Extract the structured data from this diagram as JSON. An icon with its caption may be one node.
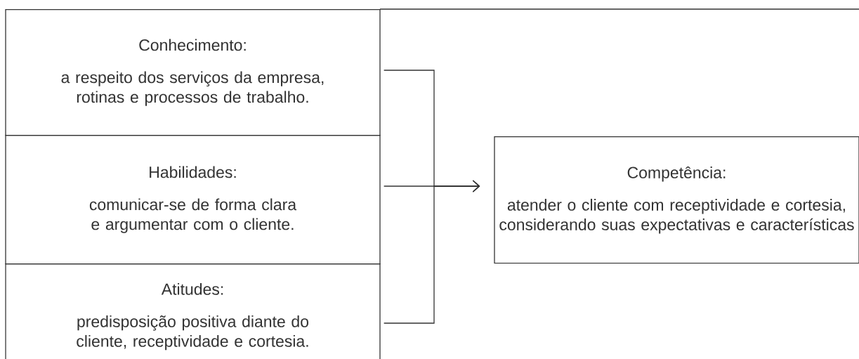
{
  "diagram": {
    "nodes": [
      {
        "text": [
          "Conhecimento:",
          "a respeito dos serviços da empresa, rotinas e processos de trabalho."
        ]
      },
      {
        "text": [
          "Habilidades:",
          "comunicar-se de forma clara e argumentar com o cliente."
        ]
      },
      {
        "text": [
          "Atitudes:",
          "predisposição positiva diante do cliente, receptividade e cortesia."
        ]
      },
      {
        "text": [
          "Competência:",
          "atender o cliente com receptividade e cortesia, considerando suas expectativas e características"
        ]
      }
    ],
    "edges": [
      {
        "from": 0,
        "to": 3,
        "arrow": "to"
      },
      {
        "from": 1,
        "to": 3,
        "arrow": "to"
      },
      {
        "from": 2,
        "to": 3,
        "arrow": "to"
      }
    ]
  }
}
